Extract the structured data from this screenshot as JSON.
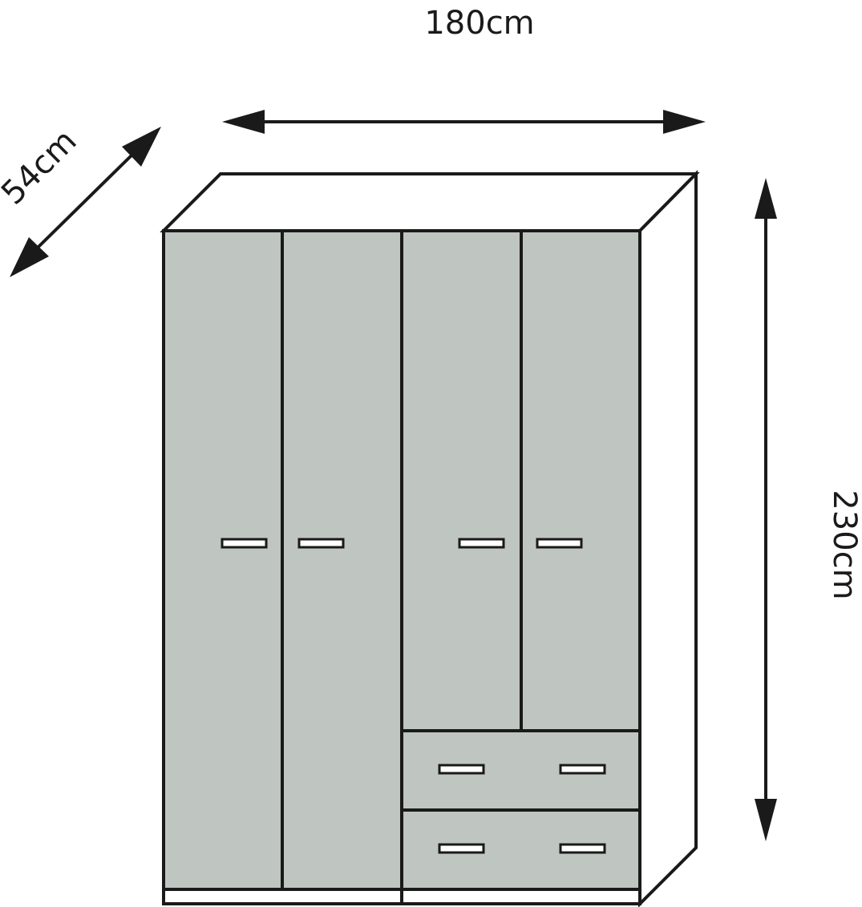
{
  "dimensions": {
    "width": {
      "value": 180,
      "unit": "cm",
      "label": "180cm"
    },
    "depth": {
      "value": 54,
      "unit": "cm",
      "label": "54cm"
    },
    "height": {
      "value": 230,
      "unit": "cm",
      "label": "230cm"
    }
  },
  "wardrobe": {
    "door_count": 4,
    "drawer_count": 2,
    "colors": {
      "front": "#bfc5c0",
      "carcass": "#ffffff",
      "outline": "#1a1a1a"
    }
  }
}
